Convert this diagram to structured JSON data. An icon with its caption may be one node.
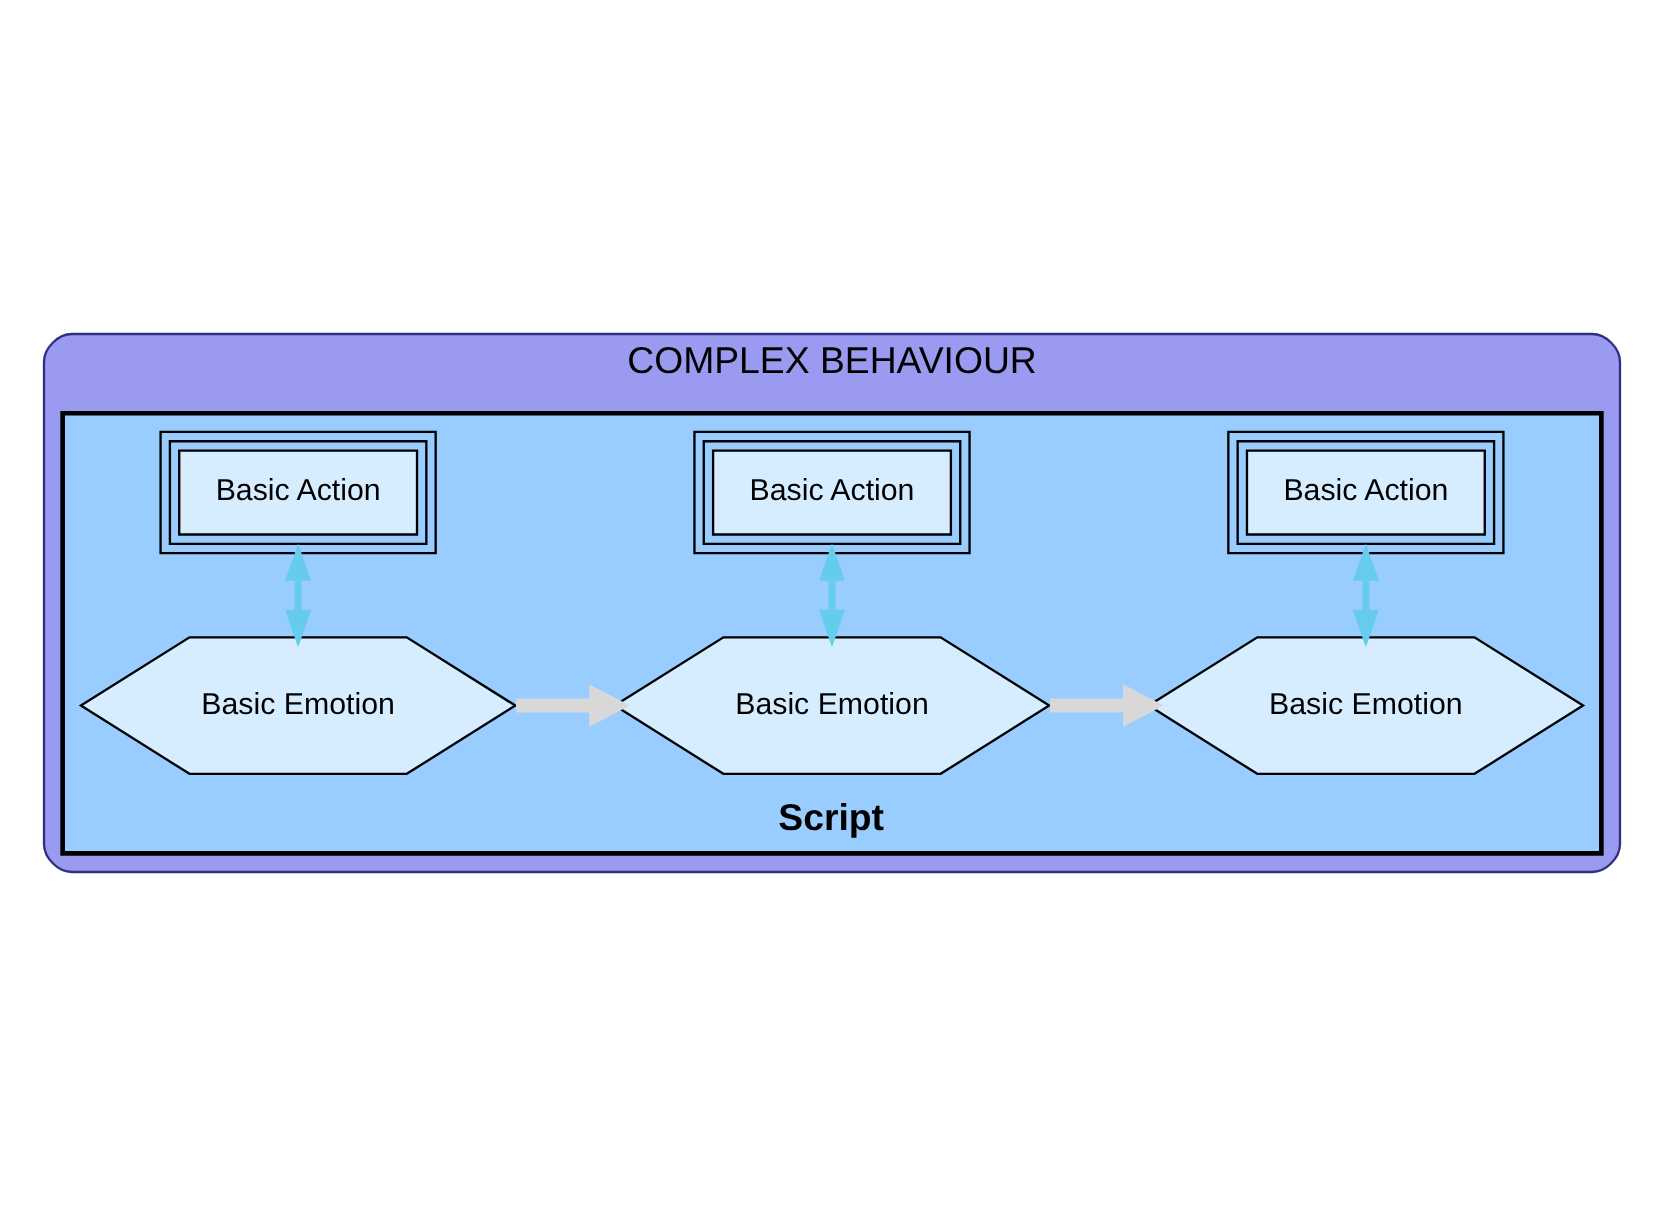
{
  "diagram": {
    "nodes": [
      {
        "text": [
          "COMPLEX BEHAVIOUR"
        ]
      },
      {
        "text": [
          "Script"
        ],
        "in": 0
      },
      {
        "text": [
          "Basic Action"
        ],
        "in": 1
      },
      {
        "text": [
          "Basic Emotion"
        ],
        "in": 1
      },
      {
        "text": [
          "Basic Action"
        ],
        "in": 1
      },
      {
        "text": [
          "Basic Emotion"
        ],
        "in": 1
      },
      {
        "text": [
          "Basic Action"
        ],
        "in": 1
      },
      {
        "text": [
          "Basic Emotion"
        ],
        "in": 1
      }
    ],
    "edges": [
      {
        "from": 2,
        "to": 3,
        "arrow": "both"
      },
      {
        "from": 3,
        "to": 5,
        "arrow": "to",
        "style": "thick",
        "color": "#d8d8d8"
      },
      {
        "from": 4,
        "to": 5,
        "arrow": "both"
      },
      {
        "from": 5,
        "to": 7,
        "arrow": "to",
        "style": "thick",
        "color": "#d8d8d8"
      },
      {
        "from": 6,
        "to": 7,
        "arrow": "both"
      }
    ]
  }
}
